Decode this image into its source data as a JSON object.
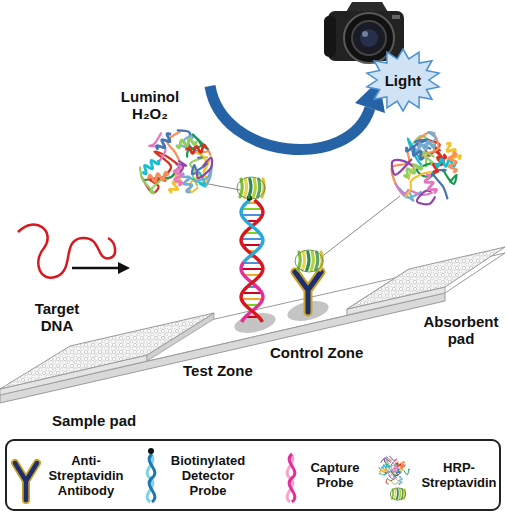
{
  "diagram": {
    "nodes": [
      {
        "text": [
          "Light"
        ]
      }
    ],
    "labels": [
      "Luminol H₂O₂",
      "Target DNA",
      "Sample pad",
      "Test Zone",
      "Control Zone",
      "Absorbent pad"
    ],
    "legend": [
      {
        "text": "Anti-Streptavidin Antibody"
      },
      {
        "text": "Biotinylated Detector Probe"
      },
      {
        "text": "Capture Probe"
      },
      {
        "text": "HRP-Streptavidin"
      }
    ]
  }
}
